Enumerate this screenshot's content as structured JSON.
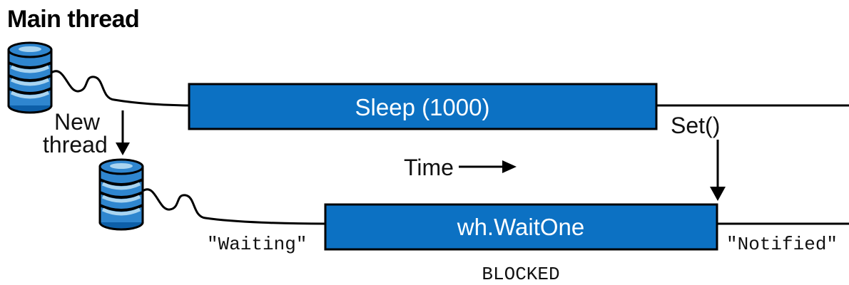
{
  "title": "Main thread",
  "new_thread_label": {
    "line1": "New",
    "line2": "thread"
  },
  "main_box_label": "Sleep (1000)",
  "wait_box_label": "wh.WaitOne",
  "set_label": "Set()",
  "time_label": "Time",
  "waiting_label": "\"Waiting\"",
  "notified_label": "\"Notified\"",
  "blocked_label": "BLOCKED",
  "colors": {
    "box_fill": "#0c71c3",
    "box_stroke": "#000000",
    "spool_light": "#a9d4f0",
    "spool_mid": "#2f86cf",
    "spool_dark": "#0d5fa8",
    "text_on_box": "#ffffff"
  },
  "icons": {
    "main_thread": "thread-spool-icon",
    "new_thread": "thread-spool-icon",
    "arrow_down": "arrow-down-icon",
    "arrow_right": "arrow-right-icon"
  }
}
